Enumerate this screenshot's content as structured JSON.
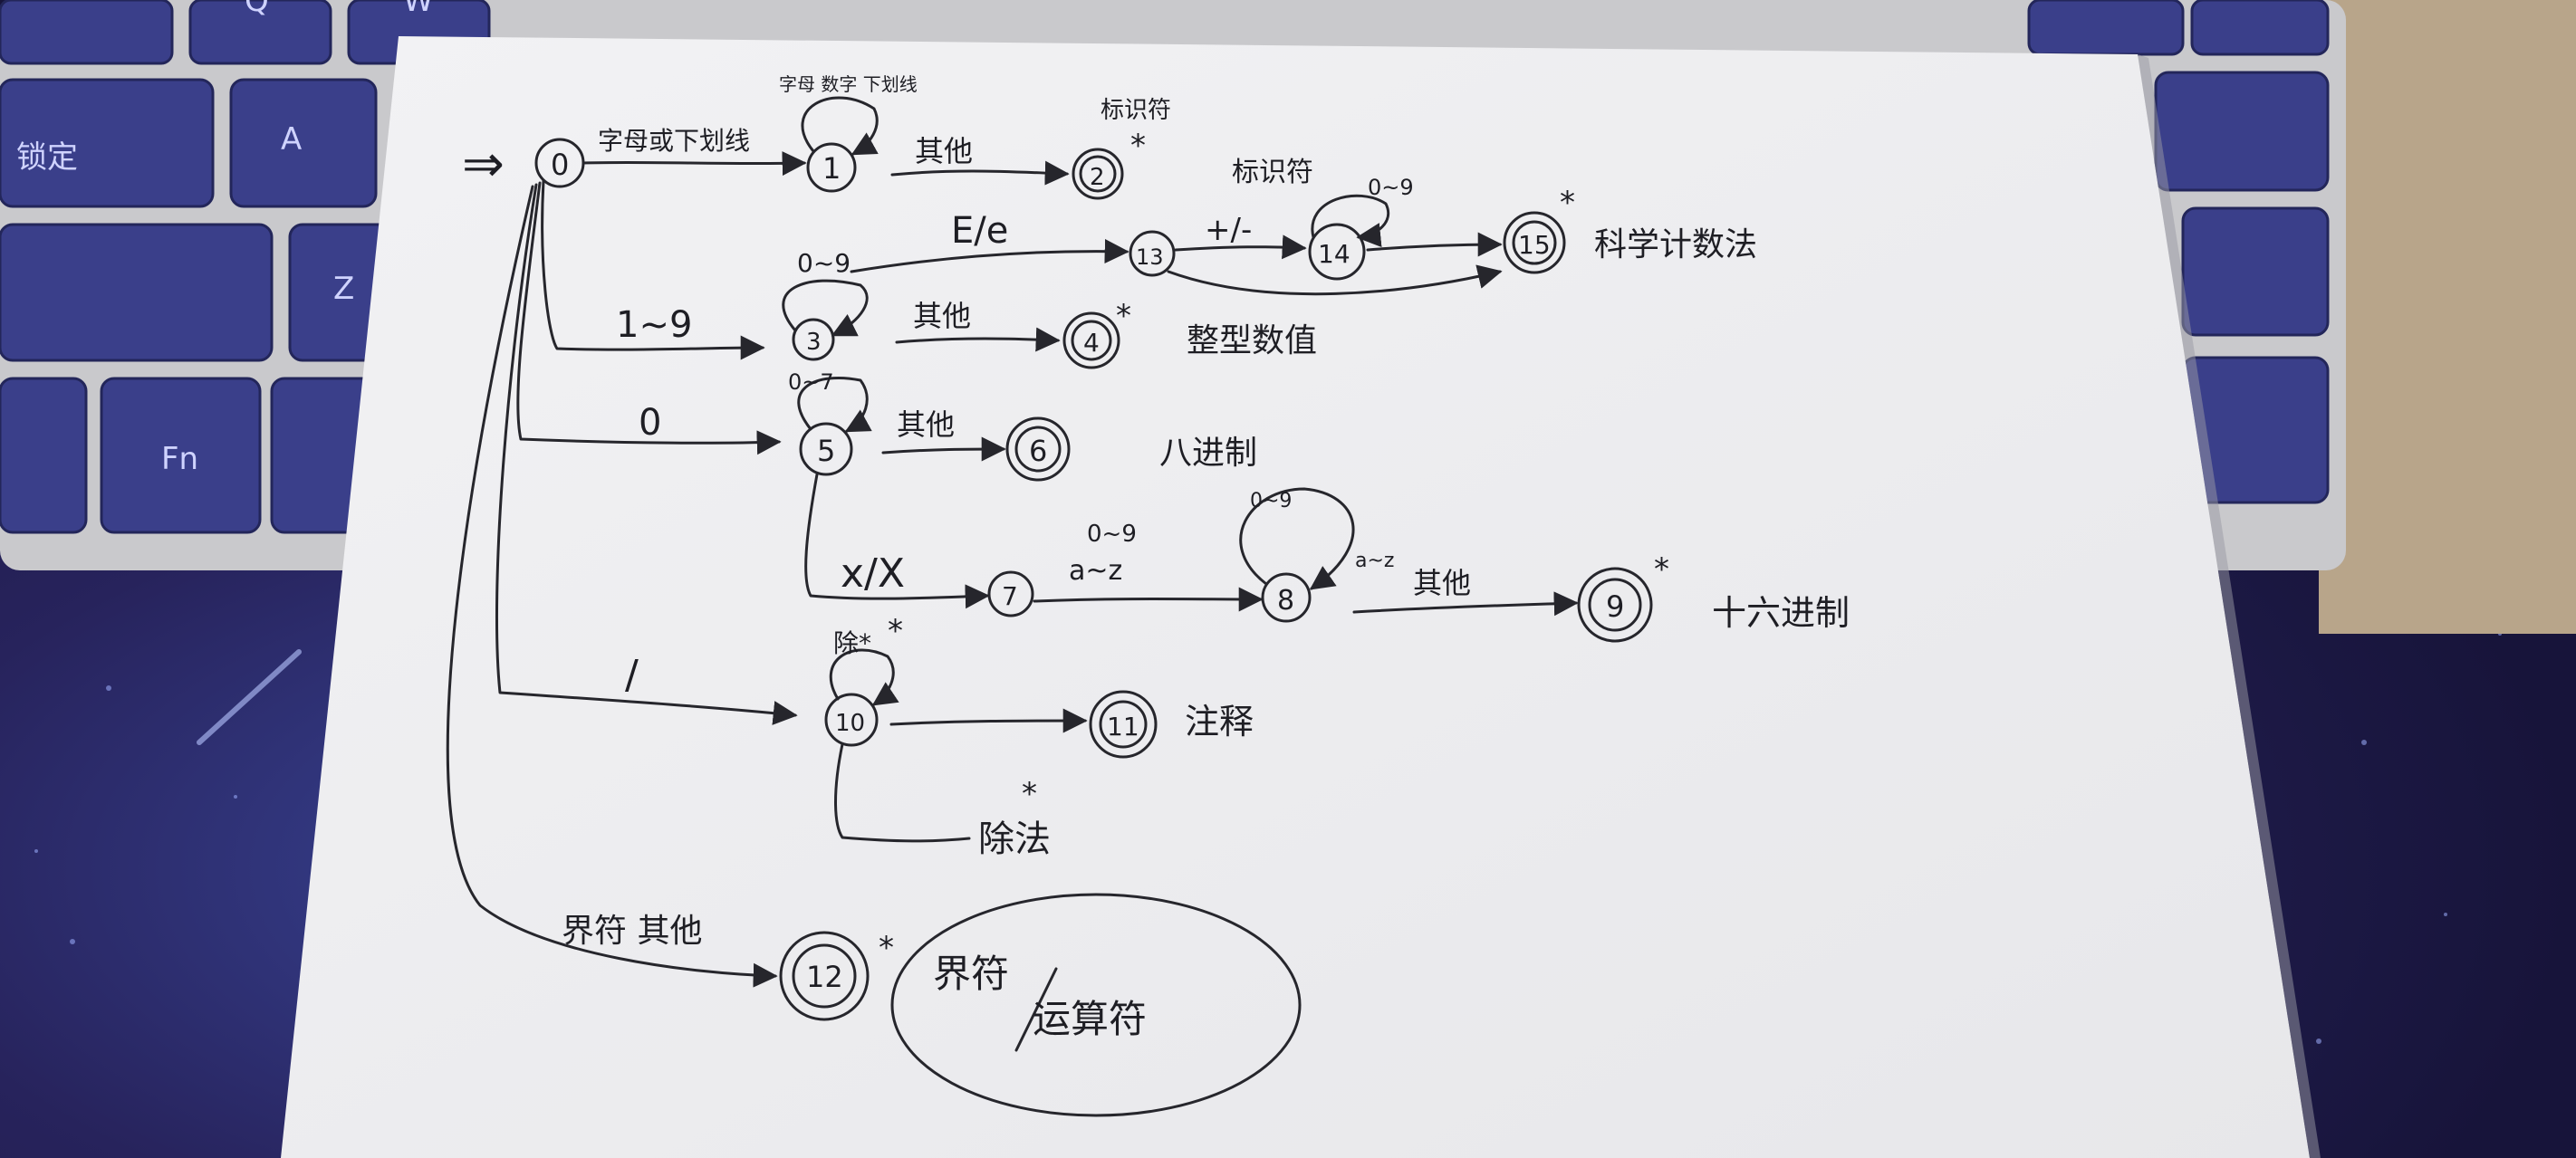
{
  "diagram": {
    "start_marker": "⇒",
    "states": {
      "s0": "0",
      "s1": "1",
      "s2": "2",
      "s3": "3",
      "s4": "4",
      "s5": "5",
      "s6": "6",
      "s7": "7",
      "s8": "8",
      "s9": "9",
      "s10": "10",
      "s11": "11",
      "s12": "12",
      "s13": "13",
      "s14": "14",
      "s15": "15"
    },
    "edges": {
      "e0_1": "字母或下划线",
      "loop1": "字母 数字 下划线",
      "e1_2": "其他",
      "e0_3": "1~9",
      "loop3": "0~9",
      "e3_4": "其他",
      "e3_13": "E/e",
      "e13_14": "+/-",
      "loop14": "0~9",
      "e0_5": "0",
      "loop5": "0~7",
      "e5_6": "其他",
      "e5_7": "x/X",
      "e7_8_a": "0~9",
      "e7_8_b": "a~z",
      "loop8_a": "0~9",
      "loop8_b": "a~z",
      "e8_9": "其他",
      "e0_10": "/",
      "loop10": "除*",
      "e0_12": "界符 其他"
    },
    "labels": {
      "identifier": "标识符",
      "identifier_top": "标识符",
      "scientific": "科学计数法",
      "integer": "整型数值",
      "octal": "八进制",
      "hex": "十六进制",
      "comment": "注释",
      "division": "除法",
      "delimiter": "界符",
      "operator": "运算符"
    },
    "accept_star": "*"
  },
  "keyboard": {
    "keys": {
      "q": "Q",
      "w": "W",
      "a": "A",
      "z": "Z",
      "fn": "Fn",
      "caps": "锁定"
    }
  },
  "colors": {
    "paper": "#f3f3f5",
    "ink": "#26262c",
    "keyboard_frame": "#c9c9cc",
    "keycap": "#3a3f8a",
    "mousepad": "#24204f"
  }
}
